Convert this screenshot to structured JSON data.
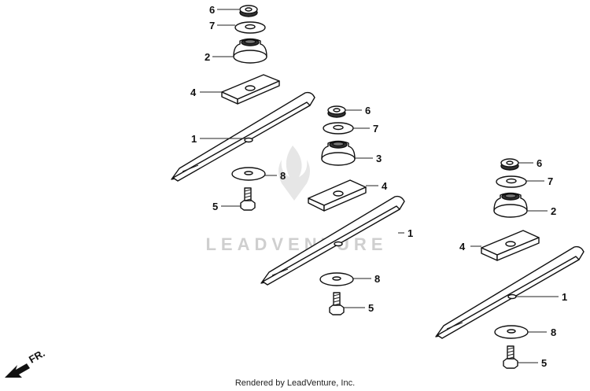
{
  "watermark": "LEADVENTURE",
  "footer": "Rendered by LeadVenture, Inc.",
  "direction_label": "FR.",
  "assemblies": [
    {
      "name": "left",
      "callouts": [
        {
          "num": "6",
          "part": "washer-small"
        },
        {
          "num": "7",
          "part": "washer-flat"
        },
        {
          "num": "2",
          "part": "hub"
        },
        {
          "num": "4",
          "part": "plate"
        },
        {
          "num": "1",
          "part": "blade"
        },
        {
          "num": "8",
          "part": "washer-large"
        },
        {
          "num": "5",
          "part": "bolt"
        }
      ]
    },
    {
      "name": "center",
      "callouts": [
        {
          "num": "6",
          "part": "washer-small"
        },
        {
          "num": "7",
          "part": "washer-flat"
        },
        {
          "num": "3",
          "part": "hub"
        },
        {
          "num": "4",
          "part": "plate"
        },
        {
          "num": "1",
          "part": "blade"
        },
        {
          "num": "8",
          "part": "washer-large"
        },
        {
          "num": "5",
          "part": "bolt"
        }
      ]
    },
    {
      "name": "right",
      "callouts": [
        {
          "num": "6",
          "part": "washer-small"
        },
        {
          "num": "7",
          "part": "washer-flat"
        },
        {
          "num": "2",
          "part": "hub"
        },
        {
          "num": "4",
          "part": "plate"
        },
        {
          "num": "1",
          "part": "blade"
        },
        {
          "num": "8",
          "part": "washer-large"
        },
        {
          "num": "5",
          "part": "bolt"
        }
      ]
    }
  ]
}
